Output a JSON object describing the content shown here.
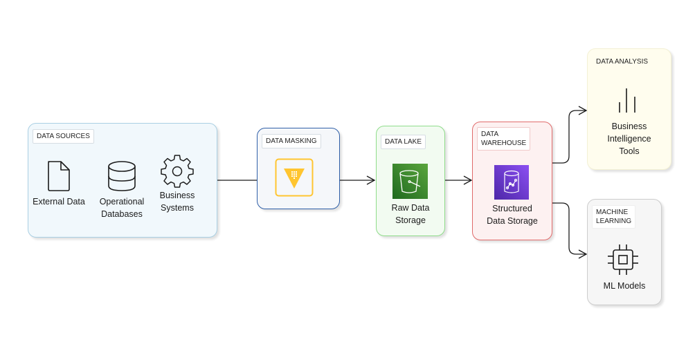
{
  "diagram": {
    "groups": {
      "sources": {
        "tag": "DATA SOURCES",
        "border": "#a9cfe3",
        "fill": "#f1f8fc"
      },
      "masking": {
        "tag": "DATA MASKING",
        "border": "#2f5fa8",
        "fill": "#f5f7fa"
      },
      "lake": {
        "tag": "DATA LAKE",
        "border": "#8fdc8a",
        "fill": "#f2fbf1"
      },
      "warehouse": {
        "tag": "DATA\nWAREHOUSE",
        "border": "#e06a6a",
        "fill": "#fdf1f1"
      },
      "analysis": {
        "tag": "DATA ANALYSIS",
        "border": "#f3f0d4",
        "fill": "#fffdee"
      },
      "ml": {
        "tag": "MACHINE\nLEARNING",
        "border": "#cccccc",
        "fill": "#f6f6f6"
      }
    },
    "nodes": {
      "external_data": {
        "label": "External Data",
        "icon": "file-icon"
      },
      "operational_db": {
        "label": "Operational\nDatabases",
        "icon": "database-icon"
      },
      "business_systems": {
        "label": "Business\nSystems",
        "icon": "gear-icon"
      },
      "masking": {
        "label": "",
        "icon": "vault-icon",
        "color": "#ffc530"
      },
      "raw_storage": {
        "label": "Raw Data\nStorage",
        "icon": "bucket-icon",
        "color": "#3f8b2f"
      },
      "structured_storage": {
        "label": "Structured\nData Storage",
        "icon": "database-chart-icon",
        "color": "#6b3fd4"
      },
      "bi_tools": {
        "label": "Business\nIntelligence\nTools",
        "icon": "bar-chart-icon"
      },
      "ml_models": {
        "label": "ML Models",
        "icon": "chip-icon"
      }
    },
    "edges": [
      {
        "from": "Data Sources",
        "to": "Data Masking"
      },
      {
        "from": "Data Masking",
        "to": "Data Lake"
      },
      {
        "from": "Data Lake",
        "to": "Data Warehouse"
      },
      {
        "from": "Data Warehouse",
        "to": "Data Analysis"
      },
      {
        "from": "Data Warehouse",
        "to": "Machine Learning"
      }
    ]
  }
}
